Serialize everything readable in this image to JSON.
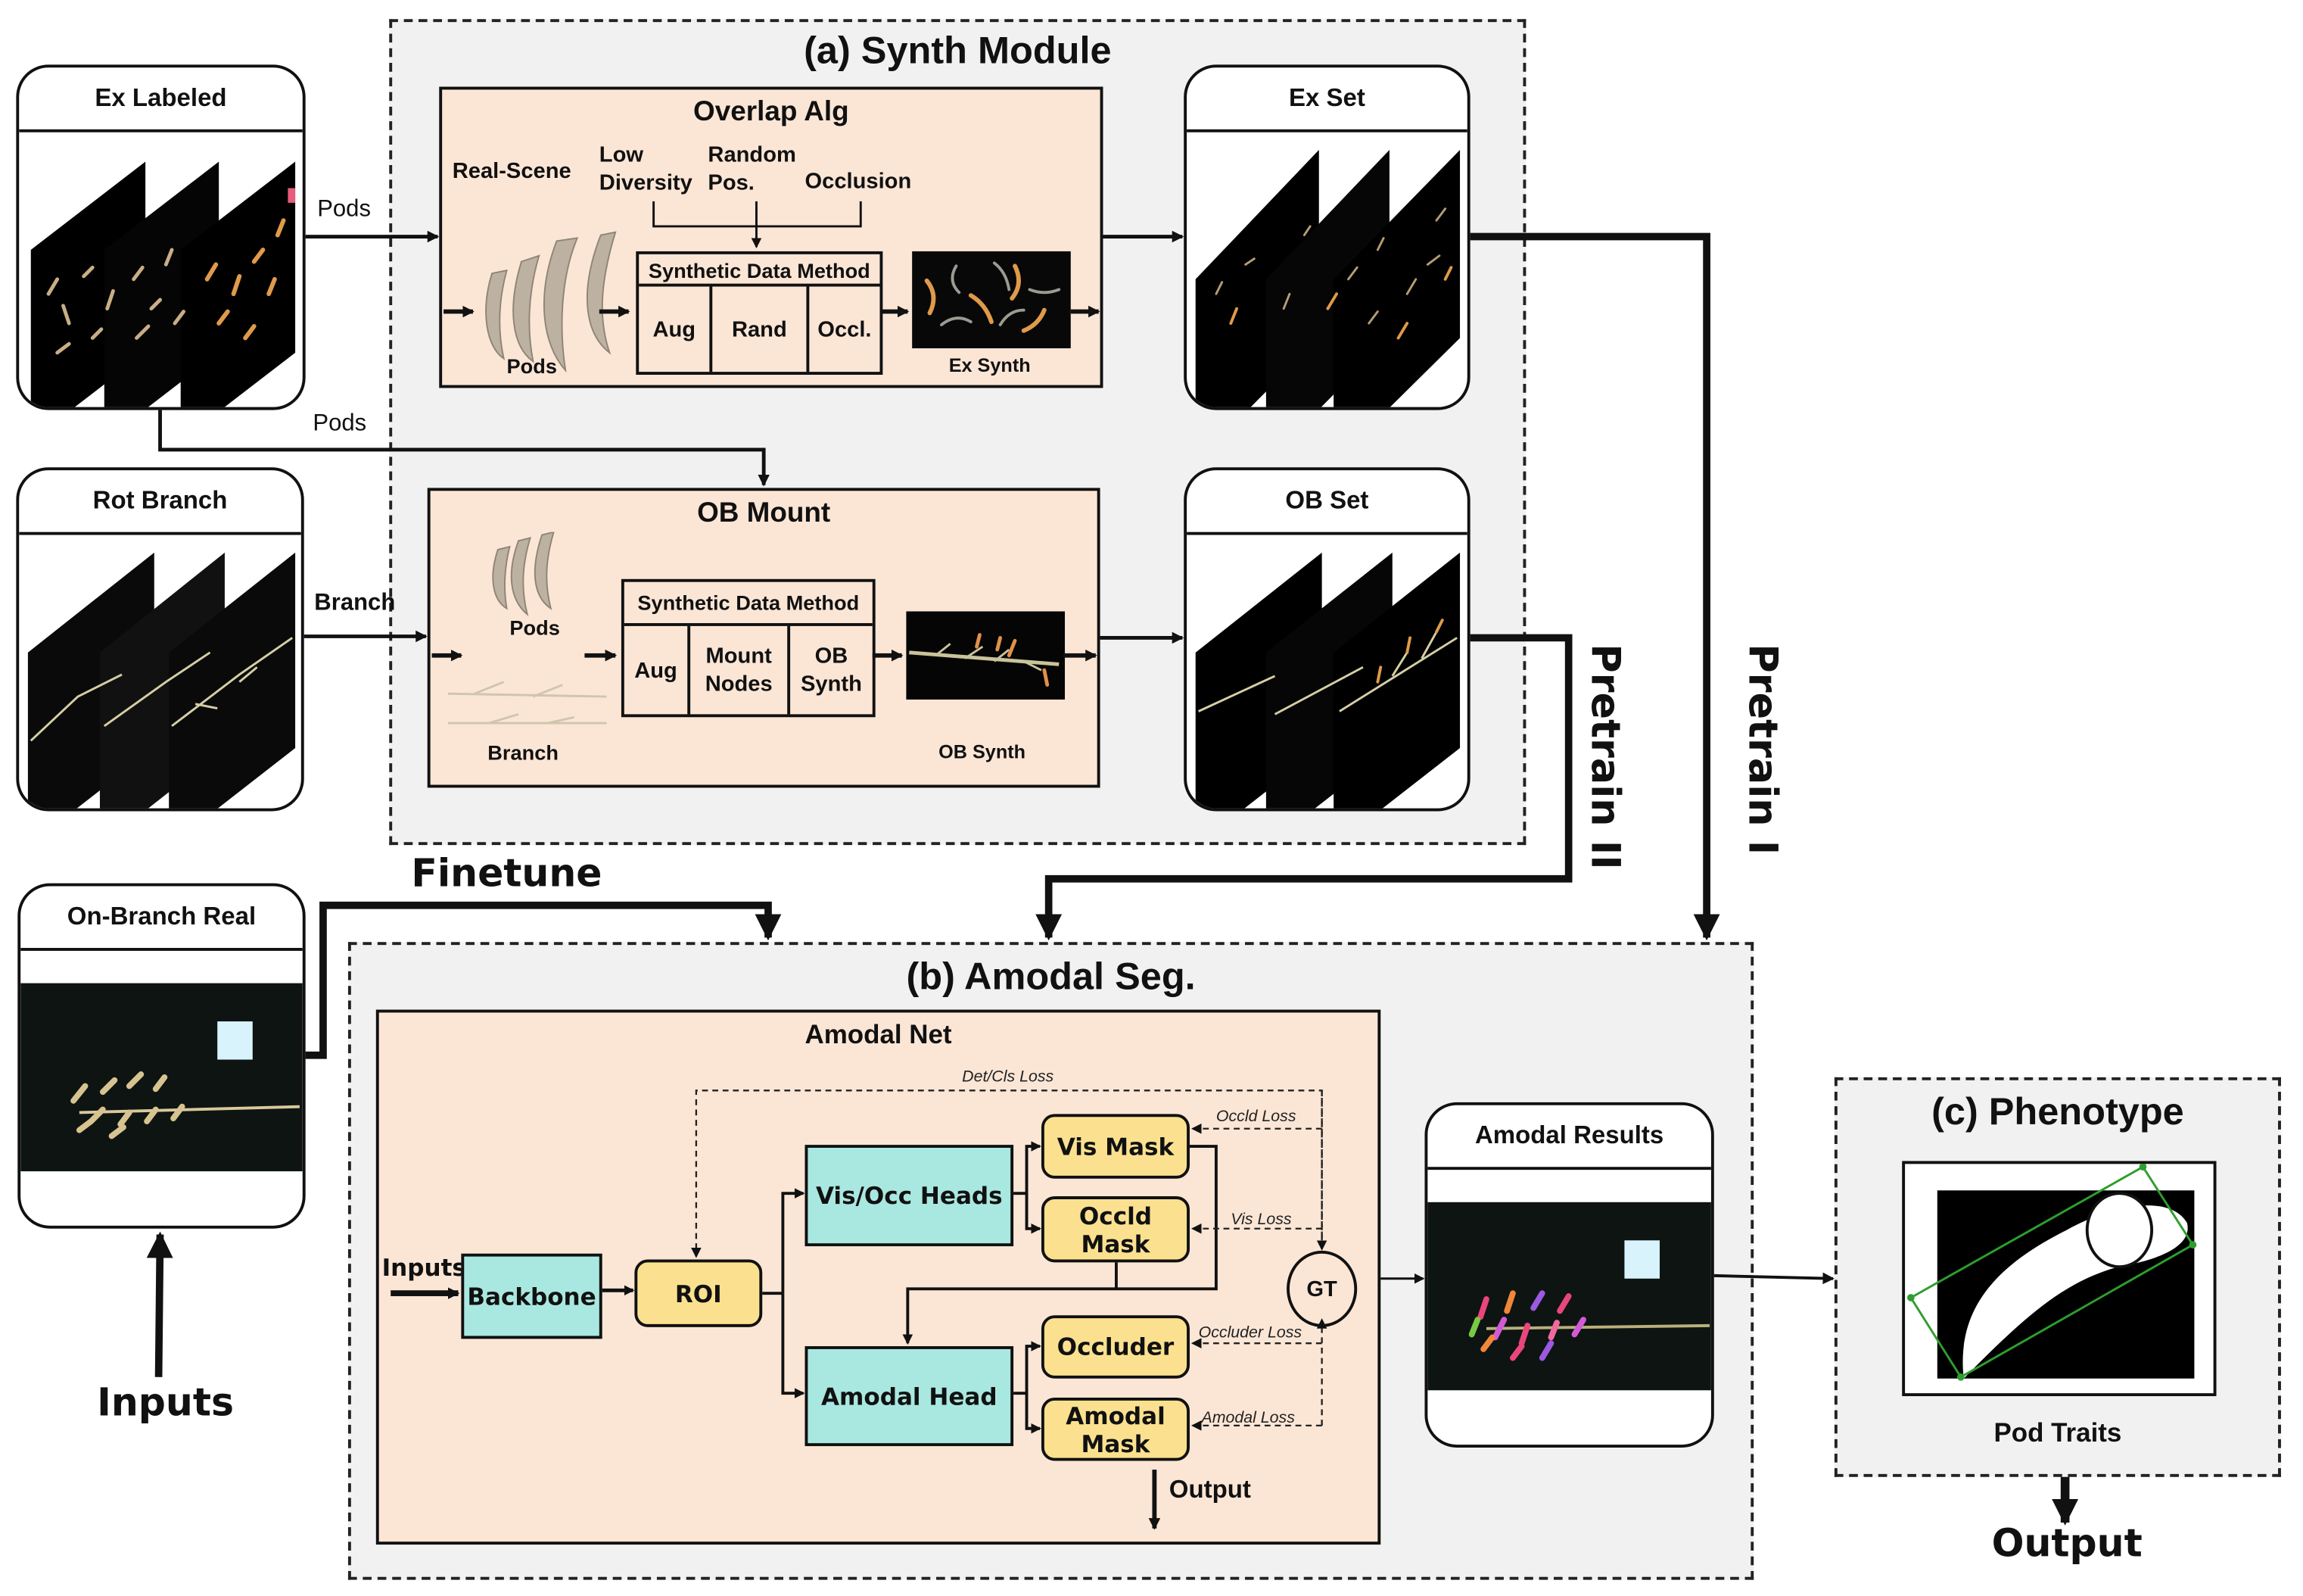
{
  "regions": {
    "synth": {
      "title": "(a) Synth Module"
    },
    "amodal": {
      "title": "(b) Amodal Seg."
    },
    "phenotype": {
      "title": "(c) Phenotype",
      "caption": "Pod Traits"
    }
  },
  "inputs_cards": {
    "ex_labeled": {
      "title": "Ex Labeled"
    },
    "rot_branch": {
      "title": "Rot Branch"
    },
    "on_branch_real": {
      "title": "On-Branch Real"
    }
  },
  "output_cards": {
    "ex_set": {
      "title": "Ex Set"
    },
    "ob_set": {
      "title": "OB Set"
    },
    "amodal_results": {
      "title": "Amodal Results"
    }
  },
  "overlap_alg": {
    "title": "Overlap Alg",
    "real_scene": "Real-Scene",
    "pods_caption": "Pods",
    "criteria": [
      "Low Diversity",
      "Random Pos.",
      "Occlusion"
    ],
    "criteria_lines": [
      [
        "Low",
        "Diversity"
      ],
      [
        "Random",
        "Pos."
      ],
      [
        "Occlusion"
      ]
    ],
    "method": {
      "header": "Synthetic Data Method",
      "cells": [
        "Aug",
        "Rand",
        "Occl."
      ]
    },
    "result_caption": "Ex Synth"
  },
  "ob_mount": {
    "title": "OB Mount",
    "pods_caption": "Pods",
    "branch_caption": "Branch",
    "method": {
      "header": "Synthetic Data Method",
      "cells": [
        [
          "Aug"
        ],
        [
          "Mount",
          "Nodes"
        ],
        [
          "OB",
          "Synth"
        ]
      ]
    },
    "result_caption": "OB Synth"
  },
  "flow_labels": {
    "pods_top": "Pods",
    "pods_mid": "Pods",
    "branch": "Branch",
    "finetune": "Finetune",
    "pretrain_1": "Pretrain I",
    "pretrain_2": "Pretrain II",
    "inputs_bottom": "Inputs",
    "output_bottom": "Output"
  },
  "amodal_net": {
    "title": "Amodal Net",
    "inputs": "Inputs",
    "backbone": "Backbone",
    "roi": "ROI",
    "vis_occ_heads": "Vis/Occ Heads",
    "amodal_head": "Amodal Head",
    "vis_mask": "Vis Mask",
    "occld_mask": [
      "Occld",
      "Mask"
    ],
    "occluder": "Occluder",
    "amodal_mask": [
      "Amodal",
      "Mask"
    ],
    "gt": "GT",
    "output": "Output",
    "losses": {
      "det_cls": "Det/Cls Loss",
      "occld": "Occld Loss",
      "vis": "Vis Loss",
      "occluder": "Occluder Loss",
      "amodal": "Amodal Loss"
    }
  },
  "colors": {
    "peach": "#fbe6d6",
    "teal": "#a9e8e0",
    "yellow": "#fbe18f",
    "region_bg": "#f1f1f1",
    "bbox_green": "#2e9e2e"
  }
}
